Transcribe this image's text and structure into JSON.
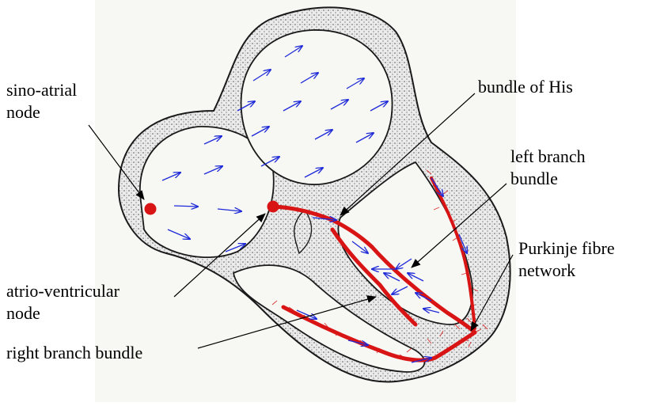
{
  "labels": {
    "sa_line1": "sino-atrial",
    "sa_line2": "node",
    "his": "bundle of His",
    "lbb_line1": "left branch",
    "lbb_line2": "bundle",
    "purkinje_line1": "Purkinje fibre",
    "purkinje_line2": "network",
    "av_line1": "atrio-ventricular",
    "av_line2": "node",
    "rbb": "right branch bundle"
  },
  "colors": {
    "background_panel": "#f7f7f3",
    "wall_fill": "#d9d9d9",
    "wall_stroke": "#1a1a1a",
    "conduction": "#d81414",
    "impulse_arrows": "#1e2ad8",
    "leader_lines": "#000000"
  }
}
